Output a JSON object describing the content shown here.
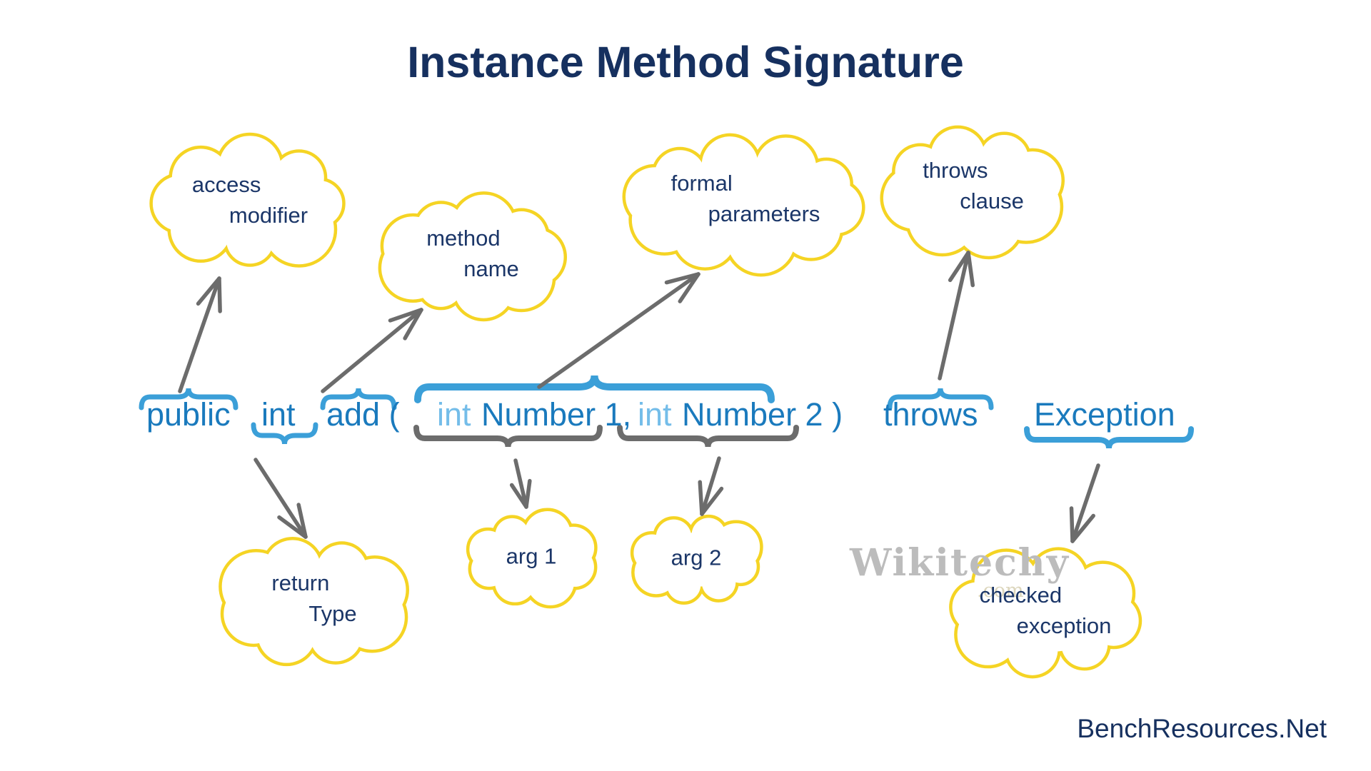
{
  "title": "Instance Method Signature",
  "signature": {
    "tokens": [
      {
        "id": "public",
        "text": "public",
        "tone": "dark"
      },
      {
        "id": "int-return",
        "text": "int",
        "tone": "dark"
      },
      {
        "id": "add-paren",
        "text": "add (",
        "tone": "dark"
      },
      {
        "id": "int-param1",
        "text": "int",
        "tone": "light"
      },
      {
        "id": "number1",
        "text": "Number 1,",
        "tone": "dark"
      },
      {
        "id": "int-param2",
        "text": "int",
        "tone": "light"
      },
      {
        "id": "number2",
        "text": "Number 2 )",
        "tone": "dark"
      },
      {
        "id": "throws",
        "text": "throws",
        "tone": "dark"
      },
      {
        "id": "exception",
        "text": "Exception",
        "tone": "dark"
      }
    ]
  },
  "clouds": [
    {
      "id": "access-modifier",
      "lines": [
        "access",
        "modifier"
      ]
    },
    {
      "id": "method-name",
      "lines": [
        "method",
        "name"
      ]
    },
    {
      "id": "formal-parameters",
      "lines": [
        "formal",
        "parameters"
      ]
    },
    {
      "id": "throws-clause",
      "lines": [
        "throws",
        "clause"
      ]
    },
    {
      "id": "return-type",
      "lines": [
        "return",
        "Type"
      ]
    },
    {
      "id": "arg-1",
      "lines": [
        "arg 1"
      ]
    },
    {
      "id": "arg-2",
      "lines": [
        "arg 2"
      ]
    },
    {
      "id": "checked-exception",
      "lines": [
        "checked",
        "exception"
      ]
    }
  ],
  "watermark": {
    "brand": "Wikitechy",
    "suffix": ".com"
  },
  "attribution": "BenchResources.Net",
  "colors": {
    "navy": "#16305f",
    "blue": "#1a7abd",
    "light_blue": "#74bde9",
    "gray": "#6c6c6c",
    "yellow": "#f5d424",
    "brace_blue": "#3b9fd8",
    "watermark_gray": "#bcbcbc",
    "watermark_suffix": "#dcd6bd"
  }
}
